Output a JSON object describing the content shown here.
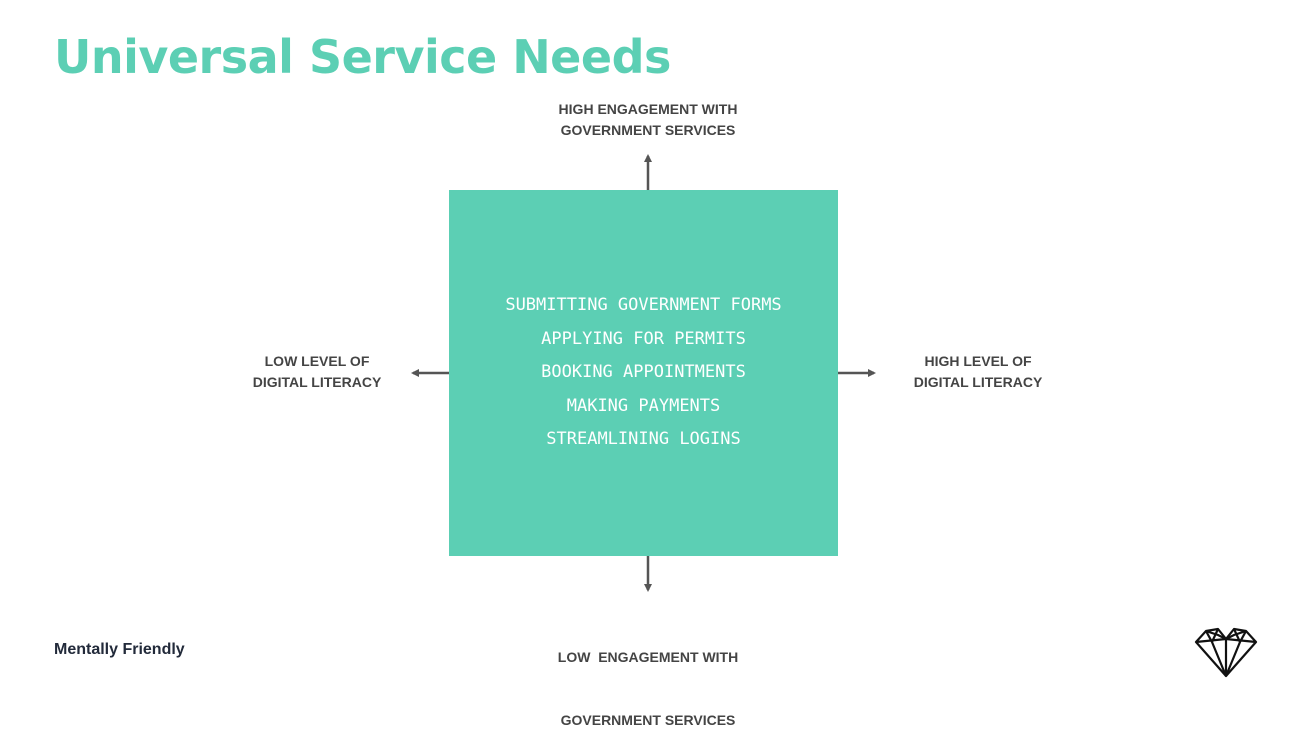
{
  "title": "Universal Service Needs",
  "center_items": [
    "SUBMITTING GOVERNMENT FORMS",
    "APPLYING FOR PERMITS",
    "BOOKING APPOINTMENTS",
    "MAKING PAYMENTS",
    "STREAMLINING LOGINS"
  ],
  "axes": {
    "top": [
      "HIGH ENGAGEMENT WITH",
      "GOVERNMENT SERVICES"
    ],
    "bottom": [
      "LOW  ENGAGEMENT WITH",
      "GOVERNMENT SERVICES"
    ],
    "left": [
      "LOW LEVEL OF",
      "DIGITAL LITERACY"
    ],
    "right": [
      "HIGH LEVEL OF",
      "DIGITAL LITERACY"
    ]
  },
  "brand": "Mentally Friendly",
  "logo_icon": "diamond-heart-icon",
  "colors": {
    "accent": "#5ccfb4",
    "arrow": "#555555",
    "label": "#444444"
  }
}
